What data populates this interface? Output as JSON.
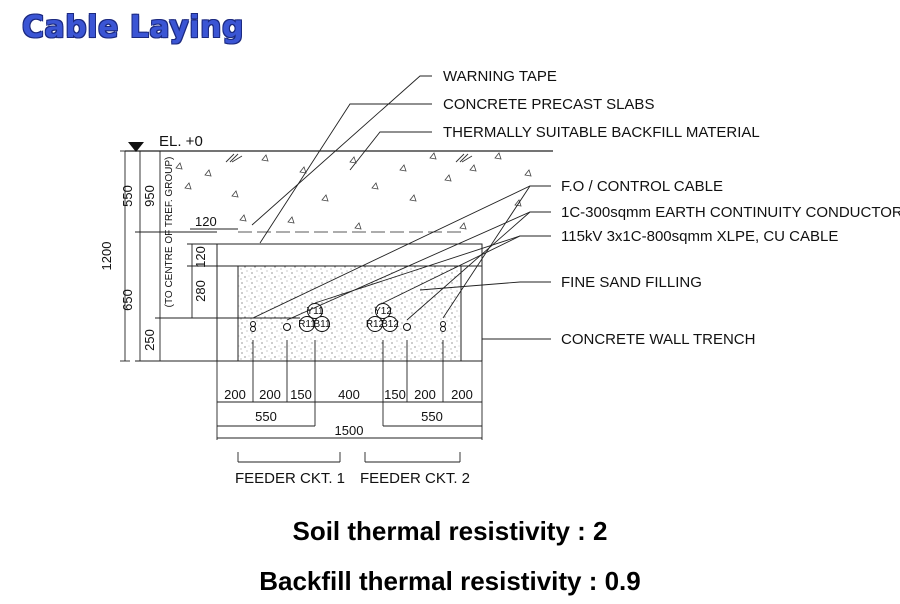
{
  "title": "Cable Laying",
  "labels": {
    "warning_tape": "WARNING TAPE",
    "precast_slabs": "CONCRETE PRECAST SLABS",
    "backfill": "THERMALLY SUITABLE BACKFILL MATERIAL",
    "fo_control": "F.O / CONTROL CABLE",
    "earth_conductor": "1C-300sqmm EARTH CONTINUITY CONDUCTOR",
    "xlpe_cable": "115kV 3x1C-800sqmm XLPE, CU CABLE",
    "sand": "FINE SAND FILLING",
    "wall_trench": "CONCRETE WALL TRENCH",
    "elevation": "EL. +0"
  },
  "vertical_dims": {
    "d1200": "1200",
    "d550": "550",
    "d950": "950",
    "tref_note": "(TO CENTRE OF TREF. GROUP)",
    "d650": "650",
    "d120": "120",
    "d280": "280",
    "d250": "250"
  },
  "horizontal_dims": {
    "top120": "120",
    "row1": [
      "200",
      "200",
      "150",
      "400",
      "150",
      "200",
      "200"
    ],
    "left550": "550",
    "right550": "550",
    "total1500": "1500"
  },
  "cable_tags": {
    "g1_top": "Y11",
    "g1_left": "R11",
    "g1_right": "B11",
    "g2_top": "Y12",
    "g2_left": "R12",
    "g2_right": "B12"
  },
  "feeders": {
    "ckt1": "FEEDER CKT. 1",
    "ckt2": "FEEDER CKT. 2"
  },
  "footer": {
    "soil": "Soil thermal resistivity : 2",
    "backfill": "Backfill thermal resistivity : 0.9"
  }
}
